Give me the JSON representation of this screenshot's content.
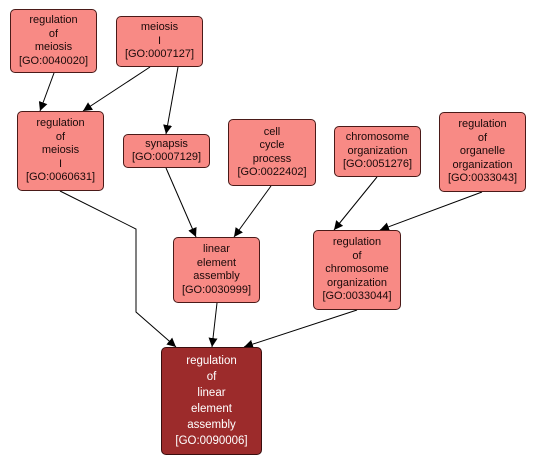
{
  "colors": {
    "node_fill": "#f88a85",
    "target_fill": "#9c2b2b",
    "target_text": "#ffffff",
    "edge": "#000000"
  },
  "nodes": {
    "n40020": {
      "lines": [
        "regulation",
        "of",
        "meiosis",
        "[GO:0040020]"
      ]
    },
    "n7127": {
      "lines": [
        "meiosis",
        "I",
        "[GO:0007127]"
      ]
    },
    "n60631": {
      "lines": [
        "regulation",
        "of",
        "meiosis",
        "I",
        "[GO:0060631]"
      ]
    },
    "n7129": {
      "lines": [
        "synapsis",
        "[GO:0007129]"
      ]
    },
    "n22402": {
      "lines": [
        "cell",
        "cycle",
        "process",
        "[GO:0022402]"
      ]
    },
    "n51276": {
      "lines": [
        "chromosome",
        "organization",
        "[GO:0051276]"
      ]
    },
    "n33043": {
      "lines": [
        "regulation",
        "of",
        "organelle",
        "organization",
        "[GO:0033043]"
      ]
    },
    "n30999": {
      "lines": [
        "linear",
        "element",
        "assembly",
        "[GO:0030999]"
      ]
    },
    "n33044": {
      "lines": [
        "regulation",
        "of",
        "chromosome",
        "organization",
        "[GO:0033044]"
      ]
    },
    "n90006": {
      "lines": [
        "regulation",
        "of",
        "linear",
        "element",
        "assembly",
        "[GO:0090006]"
      ]
    }
  },
  "edges": [
    [
      "n40020",
      "n60631"
    ],
    [
      "n7127",
      "n60631"
    ],
    [
      "n7127",
      "n7129"
    ],
    [
      "n7129",
      "n30999"
    ],
    [
      "n22402",
      "n30999"
    ],
    [
      "n51276",
      "n33044"
    ],
    [
      "n33043",
      "n33044"
    ],
    [
      "n60631",
      "n90006"
    ],
    [
      "n30999",
      "n90006"
    ],
    [
      "n33044",
      "n90006"
    ]
  ]
}
